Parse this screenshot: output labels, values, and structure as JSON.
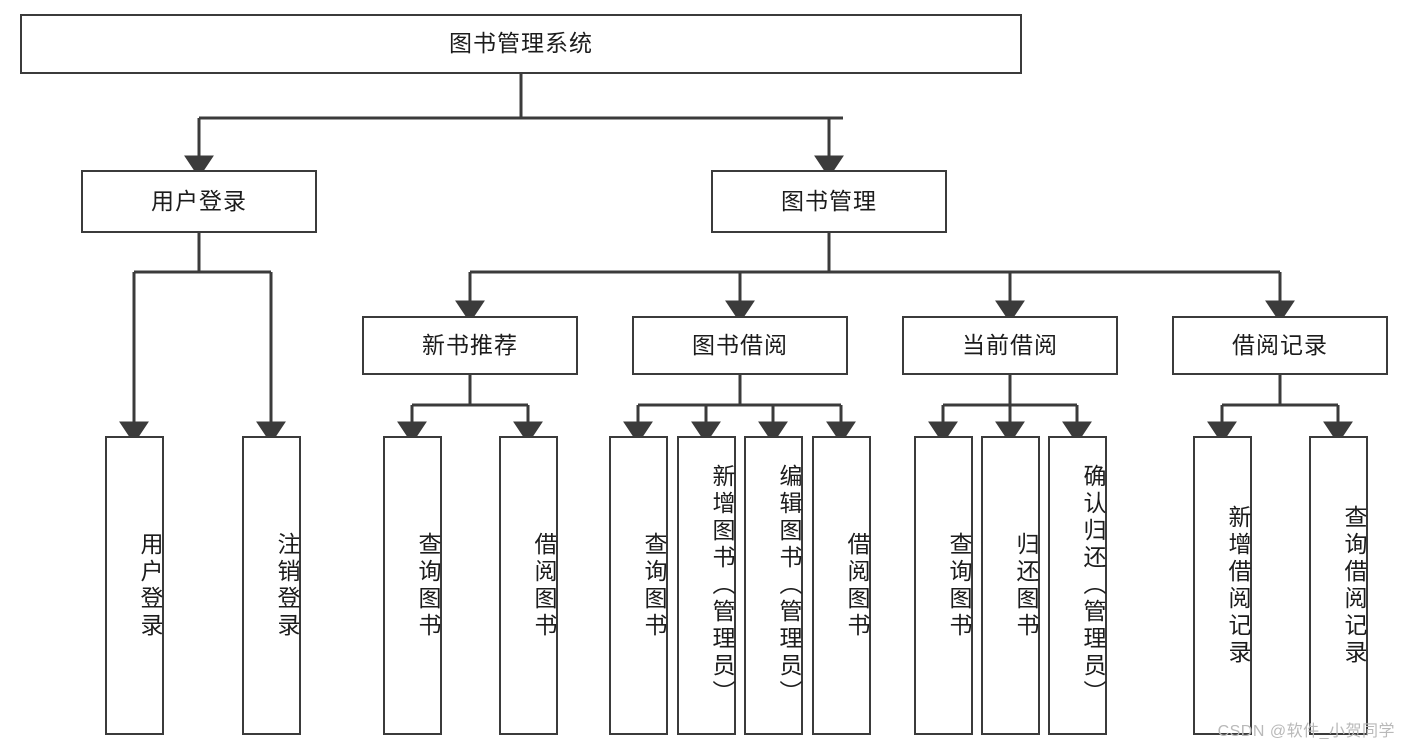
{
  "diagram": {
    "type": "tree-hierarchy",
    "title": "图书管理系统",
    "colors": {
      "box_border": "#3b3b3b",
      "box_fill": "#ffffff",
      "edge": "#3b3b3b",
      "text": "#1c1c1c",
      "watermark": "#b9b9b9"
    },
    "levels": {
      "root": {
        "label": "图书管理系统"
      },
      "level2": [
        {
          "id": "user-login",
          "label": "用户登录"
        },
        {
          "id": "book-manage",
          "label": "图书管理"
        }
      ],
      "level3": [
        {
          "id": "new-book-recommend",
          "label": "新书推荐"
        },
        {
          "id": "book-borrow",
          "label": "图书借阅"
        },
        {
          "id": "current-borrow",
          "label": "当前借阅"
        },
        {
          "id": "borrow-record",
          "label": "借阅记录"
        }
      ],
      "leaves": [
        {
          "id": "leaf-user-login",
          "parent": "user-login",
          "label": "用户登录"
        },
        {
          "id": "leaf-user-logout",
          "parent": "user-login",
          "label": "注销登录"
        },
        {
          "id": "leaf-query-book-1",
          "parent": "new-book-recommend",
          "label": "查询图书"
        },
        {
          "id": "leaf-borrow-book-1",
          "parent": "new-book-recommend",
          "label": "借阅图书"
        },
        {
          "id": "leaf-query-book-2",
          "parent": "book-borrow",
          "label": "查询图书"
        },
        {
          "id": "leaf-add-book",
          "parent": "book-borrow",
          "label": "新增图书（管理员）"
        },
        {
          "id": "leaf-edit-book",
          "parent": "book-borrow",
          "label": "编辑图书（管理员）"
        },
        {
          "id": "leaf-borrow-book-2",
          "parent": "book-borrow",
          "label": "借阅图书"
        },
        {
          "id": "leaf-query-book-3",
          "parent": "current-borrow",
          "label": "查询图书"
        },
        {
          "id": "leaf-return-book",
          "parent": "current-borrow",
          "label": "归还图书"
        },
        {
          "id": "leaf-confirm-return",
          "parent": "current-borrow",
          "label": "确认归还（管理员）"
        },
        {
          "id": "leaf-add-record",
          "parent": "borrow-record",
          "label": "新增借阅记录"
        },
        {
          "id": "leaf-query-record",
          "parent": "borrow-record",
          "label": "查询借阅记录"
        }
      ]
    },
    "watermark": "CSDN @软件_小贺同学"
  }
}
